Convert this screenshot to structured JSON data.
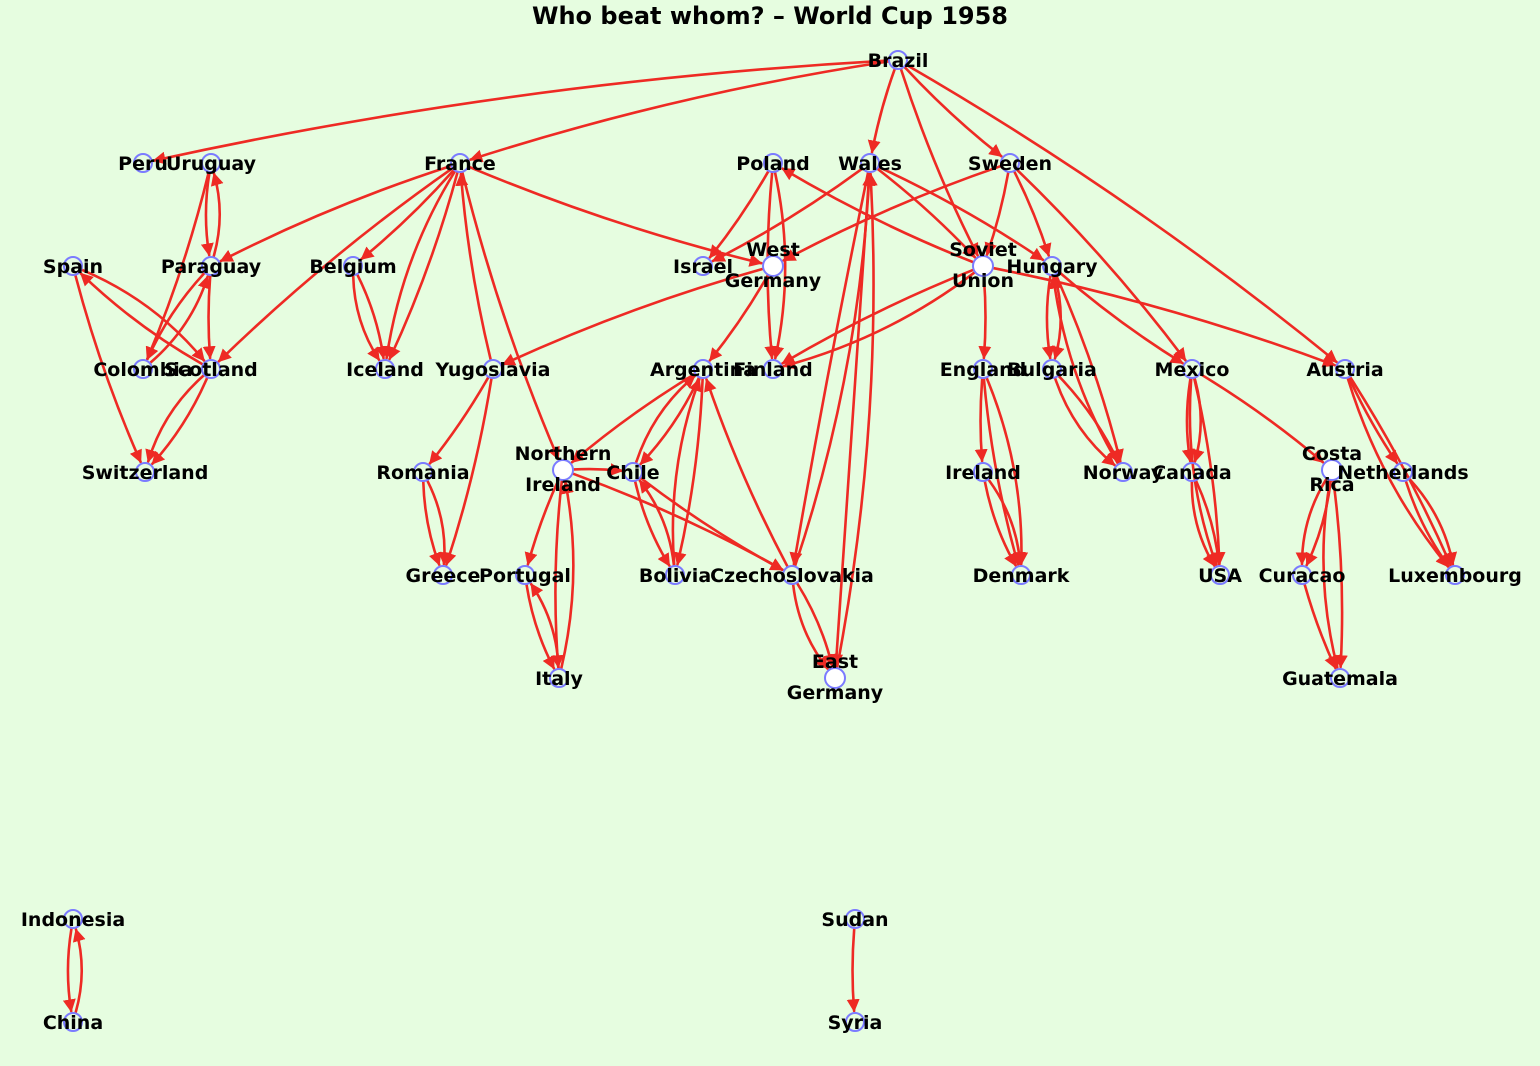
{
  "title": "Who beat whom? – World Cup 1958",
  "colors": {
    "background": "#e6fde0",
    "edge": "#ee2a24",
    "node_stroke": "#7b7bff",
    "node_fill": "#ffffff",
    "label": "#000000"
  },
  "nodes": [
    {
      "id": "brazil",
      "label": "Brazil"
    },
    {
      "id": "peru",
      "label": "Peru"
    },
    {
      "id": "uruguay",
      "label": "Uruguay"
    },
    {
      "id": "france",
      "label": "France"
    },
    {
      "id": "poland",
      "label": "Poland"
    },
    {
      "id": "wales",
      "label": "Wales"
    },
    {
      "id": "sweden",
      "label": "Sweden"
    },
    {
      "id": "spain",
      "label": "Spain"
    },
    {
      "id": "paraguay",
      "label": "Paraguay"
    },
    {
      "id": "belgium",
      "label": "Belgium"
    },
    {
      "id": "israel",
      "label": "Israel"
    },
    {
      "id": "west_germany",
      "label": "West Germany"
    },
    {
      "id": "soviet_union",
      "label": "Soviet Union"
    },
    {
      "id": "hungary",
      "label": "Hungary"
    },
    {
      "id": "colombia",
      "label": "Colombia"
    },
    {
      "id": "scotland",
      "label": "Scotland"
    },
    {
      "id": "iceland",
      "label": "Iceland"
    },
    {
      "id": "yugoslavia",
      "label": "Yugoslavia"
    },
    {
      "id": "argentina",
      "label": "Argentina"
    },
    {
      "id": "finland",
      "label": "Finland"
    },
    {
      "id": "england",
      "label": "England"
    },
    {
      "id": "bulgaria",
      "label": "Bulgaria"
    },
    {
      "id": "mexico",
      "label": "Mexico"
    },
    {
      "id": "austria",
      "label": "Austria"
    },
    {
      "id": "switzerland",
      "label": "Switzerland"
    },
    {
      "id": "romania",
      "label": "Romania"
    },
    {
      "id": "northern_ireland",
      "label": "Northern Ireland"
    },
    {
      "id": "chile",
      "label": "Chile"
    },
    {
      "id": "ireland",
      "label": "Ireland"
    },
    {
      "id": "norway",
      "label": "Norway"
    },
    {
      "id": "canada",
      "label": "Canada"
    },
    {
      "id": "costa_rica",
      "label": "Costa Rica"
    },
    {
      "id": "netherlands",
      "label": "Netherlands"
    },
    {
      "id": "greece",
      "label": "Greece"
    },
    {
      "id": "portugal",
      "label": "Portugal"
    },
    {
      "id": "bolivia",
      "label": "Bolivia"
    },
    {
      "id": "czechoslovakia",
      "label": "Czechoslovakia"
    },
    {
      "id": "denmark",
      "label": "Denmark"
    },
    {
      "id": "usa",
      "label": "USA"
    },
    {
      "id": "curacao",
      "label": "Curacao"
    },
    {
      "id": "luxembourg",
      "label": "Luxembourg"
    },
    {
      "id": "italy",
      "label": "Italy"
    },
    {
      "id": "east_germany",
      "label": "East Germany"
    },
    {
      "id": "guatemala",
      "label": "Guatemala"
    },
    {
      "id": "indonesia",
      "label": "Indonesia"
    },
    {
      "id": "china",
      "label": "China"
    },
    {
      "id": "sudan",
      "label": "Sudan"
    },
    {
      "id": "syria",
      "label": "Syria"
    }
  ],
  "edges": [
    {
      "from": "brazil",
      "to": "peru"
    },
    {
      "from": "brazil",
      "to": "france"
    },
    {
      "from": "brazil",
      "to": "wales"
    },
    {
      "from": "brazil",
      "to": "sweden"
    },
    {
      "from": "brazil",
      "to": "soviet_union"
    },
    {
      "from": "brazil",
      "to": "austria"
    },
    {
      "from": "uruguay",
      "to": "paraguay"
    },
    {
      "from": "paraguay",
      "to": "uruguay"
    },
    {
      "from": "uruguay",
      "to": "colombia"
    },
    {
      "from": "france",
      "to": "paraguay"
    },
    {
      "from": "france",
      "to": "belgium"
    },
    {
      "from": "france",
      "to": "iceland"
    },
    {
      "from": "france",
      "to": "iceland"
    },
    {
      "from": "france",
      "to": "scotland"
    },
    {
      "from": "france",
      "to": "west_germany"
    },
    {
      "from": "france",
      "to": "northern_ireland"
    },
    {
      "from": "yugoslavia",
      "to": "france"
    },
    {
      "from": "paraguay",
      "to": "scotland"
    },
    {
      "from": "paraguay",
      "to": "colombia"
    },
    {
      "from": "colombia",
      "to": "paraguay"
    },
    {
      "from": "scotland",
      "to": "spain"
    },
    {
      "from": "spain",
      "to": "scotland"
    },
    {
      "from": "spain",
      "to": "switzerland"
    },
    {
      "from": "scotland",
      "to": "switzerland"
    },
    {
      "from": "scotland",
      "to": "switzerland"
    },
    {
      "from": "belgium",
      "to": "iceland"
    },
    {
      "from": "belgium",
      "to": "iceland"
    },
    {
      "from": "poland",
      "to": "israel"
    },
    {
      "from": "poland",
      "to": "finland"
    },
    {
      "from": "poland",
      "to": "finland"
    },
    {
      "from": "wales",
      "to": "israel"
    },
    {
      "from": "wales",
      "to": "hungary"
    },
    {
      "from": "wales",
      "to": "soviet_union"
    },
    {
      "from": "wales",
      "to": "czechoslovakia"
    },
    {
      "from": "czechoslovakia",
      "to": "wales"
    },
    {
      "from": "wales",
      "to": "east_germany"
    },
    {
      "from": "east_germany",
      "to": "wales"
    },
    {
      "from": "sweden",
      "to": "west_germany"
    },
    {
      "from": "sweden",
      "to": "soviet_union"
    },
    {
      "from": "sweden",
      "to": "hungary"
    },
    {
      "from": "sweden",
      "to": "mexico"
    },
    {
      "from": "west_germany",
      "to": "yugoslavia"
    },
    {
      "from": "west_germany",
      "to": "argentina"
    },
    {
      "from": "soviet_union",
      "to": "poland"
    },
    {
      "from": "soviet_union",
      "to": "england"
    },
    {
      "from": "soviet_union",
      "to": "finland"
    },
    {
      "from": "soviet_union",
      "to": "finland"
    },
    {
      "from": "soviet_union",
      "to": "austria"
    },
    {
      "from": "hungary",
      "to": "bulgaria"
    },
    {
      "from": "hungary",
      "to": "bulgaria"
    },
    {
      "from": "hungary",
      "to": "norway"
    },
    {
      "from": "hungary",
      "to": "mexico"
    },
    {
      "from": "norway",
      "to": "hungary"
    },
    {
      "from": "yugoslavia",
      "to": "romania"
    },
    {
      "from": "yugoslavia",
      "to": "greece"
    },
    {
      "from": "romania",
      "to": "greece"
    },
    {
      "from": "romania",
      "to": "greece"
    },
    {
      "from": "argentina",
      "to": "chile"
    },
    {
      "from": "argentina",
      "to": "northern_ireland"
    },
    {
      "from": "argentina",
      "to": "bolivia"
    },
    {
      "from": "bolivia",
      "to": "argentina"
    },
    {
      "from": "chile",
      "to": "argentina"
    },
    {
      "from": "czechoslovakia",
      "to": "argentina"
    },
    {
      "from": "northern_ireland",
      "to": "chile"
    },
    {
      "from": "northern_ireland",
      "to": "portugal"
    },
    {
      "from": "northern_ireland",
      "to": "italy"
    },
    {
      "from": "italy",
      "to": "northern_ireland"
    },
    {
      "from": "northern_ireland",
      "to": "czechoslovakia"
    },
    {
      "from": "chile",
      "to": "bolivia"
    },
    {
      "from": "bolivia",
      "to": "chile"
    },
    {
      "from": "chile",
      "to": "czechoslovakia"
    },
    {
      "from": "portugal",
      "to": "italy"
    },
    {
      "from": "italy",
      "to": "portugal"
    },
    {
      "from": "czechoslovakia",
      "to": "east_germany"
    },
    {
      "from": "czechoslovakia",
      "to": "east_germany"
    },
    {
      "from": "england",
      "to": "ireland"
    },
    {
      "from": "england",
      "to": "denmark"
    },
    {
      "from": "england",
      "to": "denmark"
    },
    {
      "from": "ireland",
      "to": "denmark"
    },
    {
      "from": "ireland",
      "to": "denmark"
    },
    {
      "from": "bulgaria",
      "to": "norway"
    },
    {
      "from": "bulgaria",
      "to": "norway"
    },
    {
      "from": "mexico",
      "to": "canada"
    },
    {
      "from": "mexico",
      "to": "canada"
    },
    {
      "from": "mexico",
      "to": "usa"
    },
    {
      "from": "mexico",
      "to": "usa"
    },
    {
      "from": "mexico",
      "to": "costa_rica"
    },
    {
      "from": "canada",
      "to": "usa"
    },
    {
      "from": "canada",
      "to": "usa"
    },
    {
      "from": "austria",
      "to": "netherlands"
    },
    {
      "from": "austria",
      "to": "luxembourg"
    },
    {
      "from": "austria",
      "to": "luxembourg"
    },
    {
      "from": "netherlands",
      "to": "luxembourg"
    },
    {
      "from": "netherlands",
      "to": "luxembourg"
    },
    {
      "from": "costa_rica",
      "to": "curacao"
    },
    {
      "from": "costa_rica",
      "to": "curacao"
    },
    {
      "from": "costa_rica",
      "to": "guatemala"
    },
    {
      "from": "costa_rica",
      "to": "guatemala"
    },
    {
      "from": "curacao",
      "to": "guatemala"
    },
    {
      "from": "indonesia",
      "to": "china"
    },
    {
      "from": "china",
      "to": "indonesia"
    },
    {
      "from": "sudan",
      "to": "syria"
    }
  ]
}
